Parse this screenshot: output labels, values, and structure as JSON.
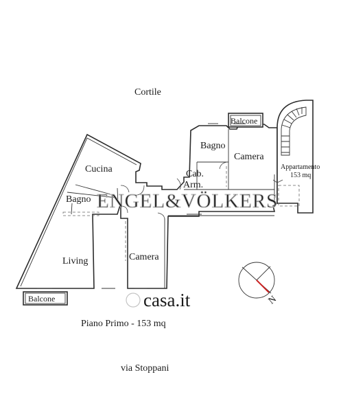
{
  "labels": {
    "cortile": "Cortile",
    "balcone_top": "Balcone",
    "bagno_right": "Bagno",
    "camera_right": "Camera",
    "cab_line1": "Cab.",
    "cab_line2": "Arm.",
    "appartamento_line1": "Appartamento",
    "appartamento_line2": "153 mq",
    "cucina": "Cucina",
    "bagno_left": "Bagno",
    "living": "Living",
    "camera_center": "Camera",
    "balcone_bottom": "Balcone",
    "piano": "Piano Primo - 153 mq",
    "street": "via Stoppani"
  },
  "compass": {
    "north_letter": "N",
    "needle_color": "#cc2222"
  },
  "watermarks": {
    "brand": "ENGEL&VÖLKERS",
    "portal": "casa.it"
  },
  "colors": {
    "wall": "#2b2b2b",
    "background": "#ffffff",
    "watermark": "#b9b9b9"
  }
}
